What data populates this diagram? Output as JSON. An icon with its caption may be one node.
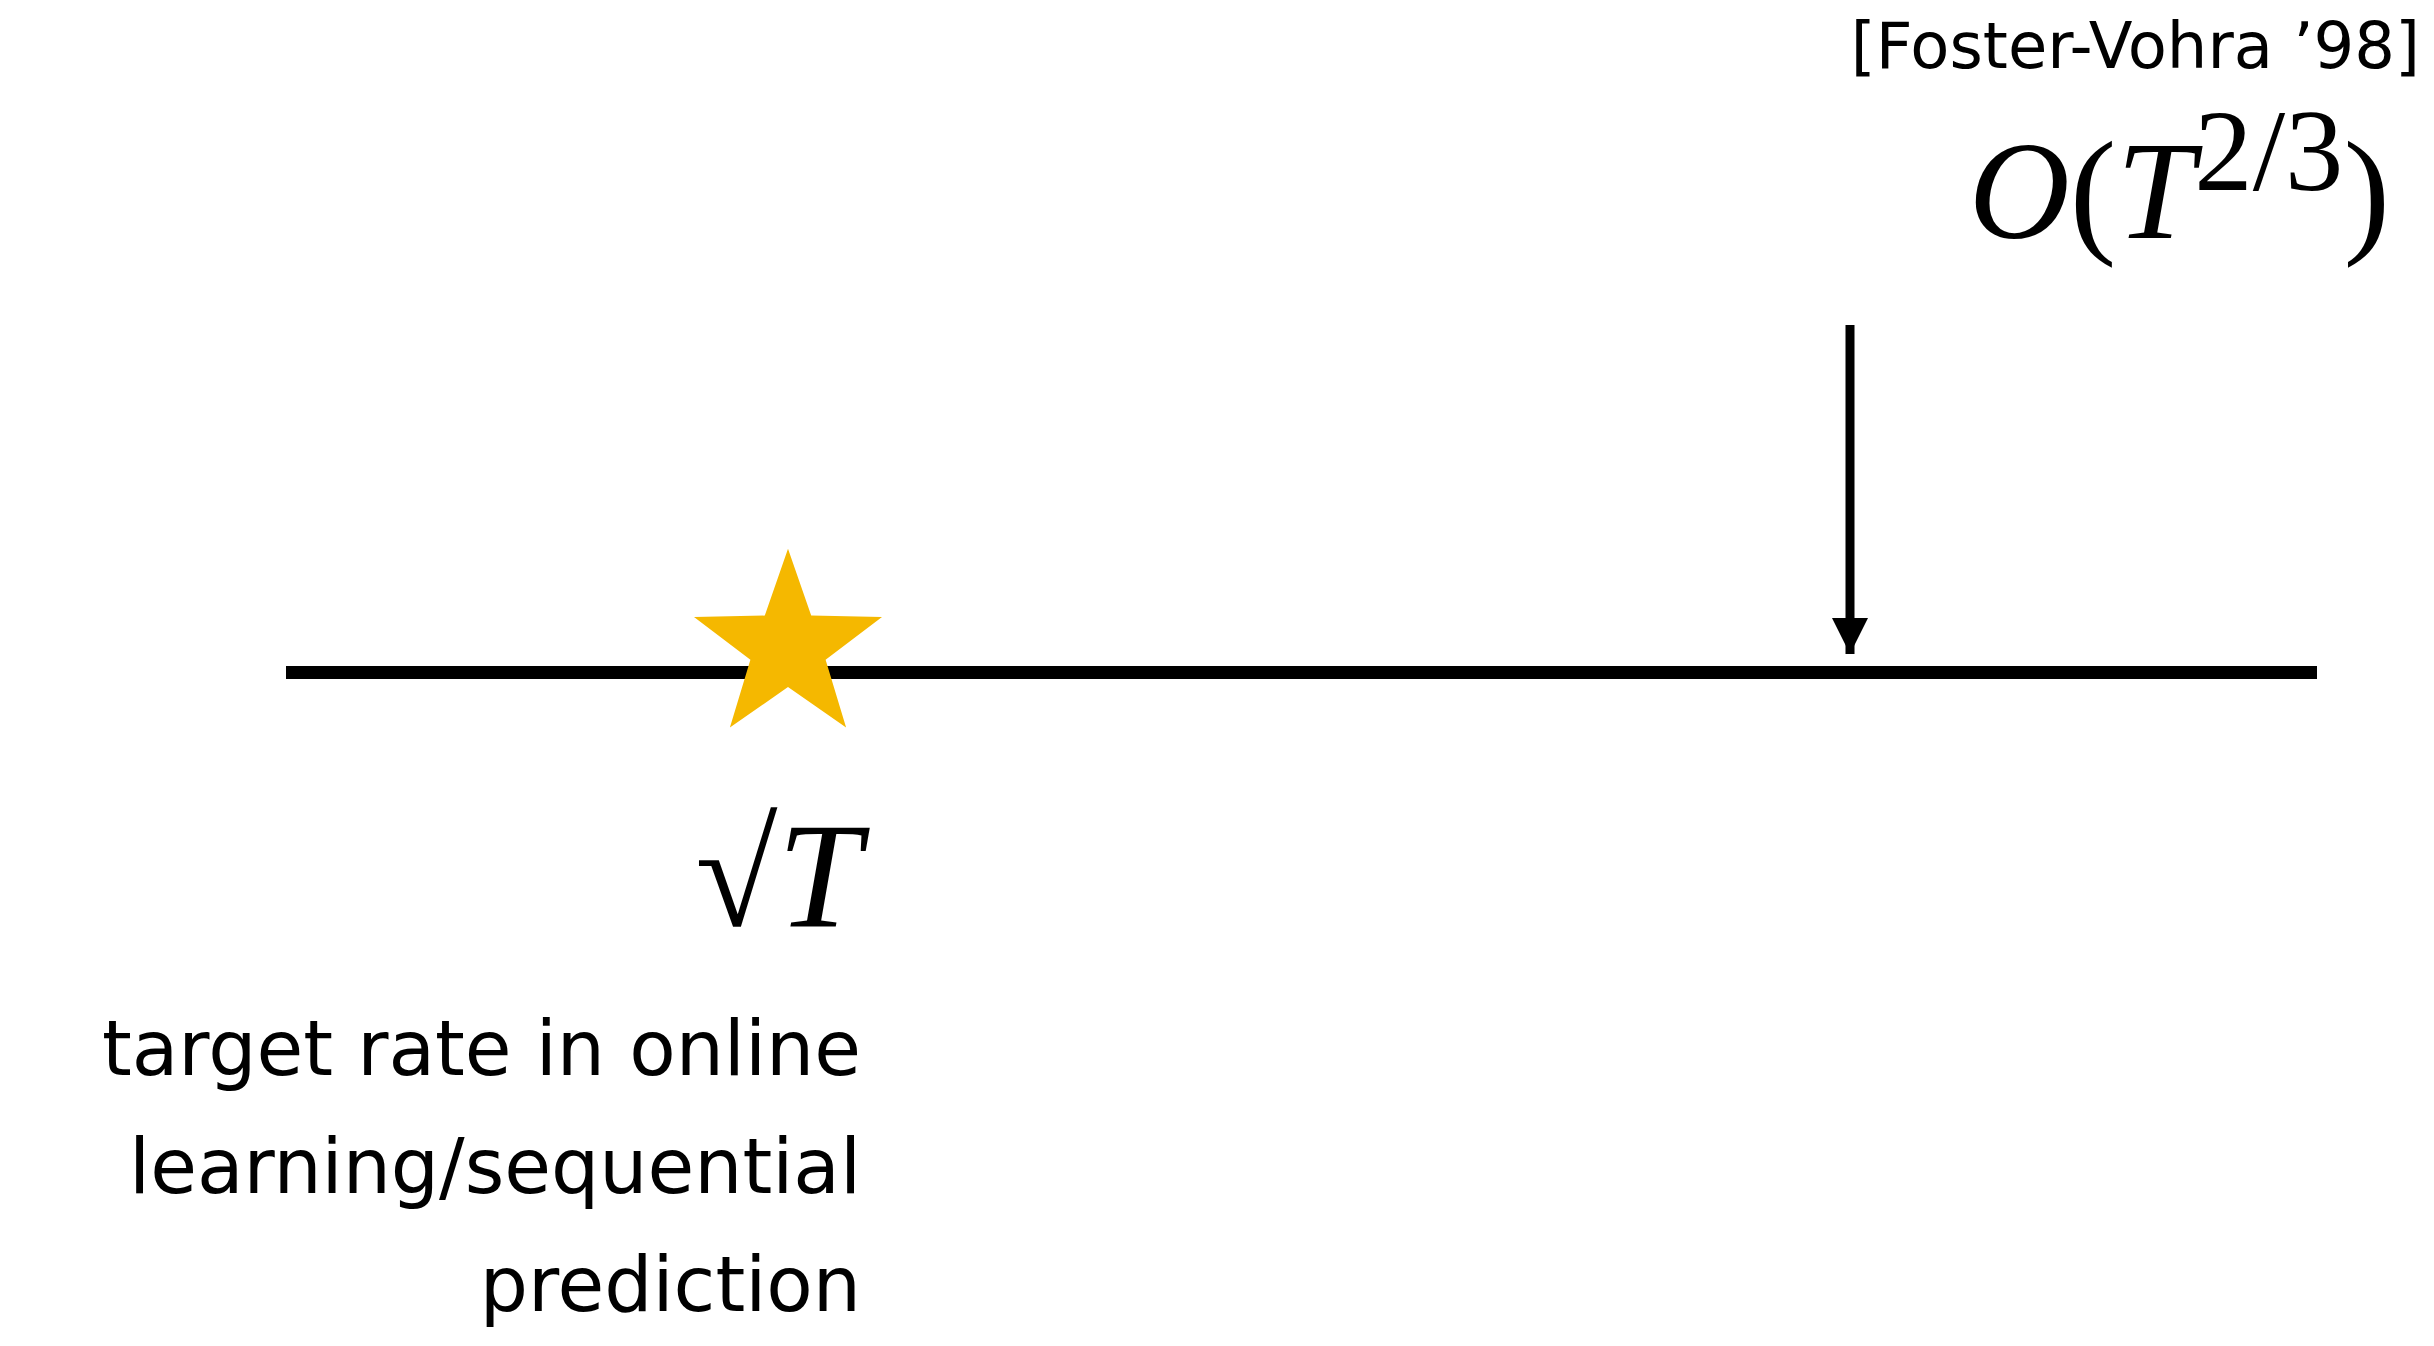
{
  "diagram": {
    "nodes": [
      {
        "text": [
          "[Foster-Vohra ’98]",
          "*O*(*T*$^{2/3}$)"
        ]
      },
      {
        "text": [],
        "shape": "bar"
      },
      {
        "text": [],
        "shape": "star"
      }
    ],
    "edges": [
      {
        "from": 0,
        "to": 1,
        "arrow": "to"
      }
    ],
    "labels": [
      "√*T*",
      "target rate in online learning/sequential prediction"
    ]
  }
}
